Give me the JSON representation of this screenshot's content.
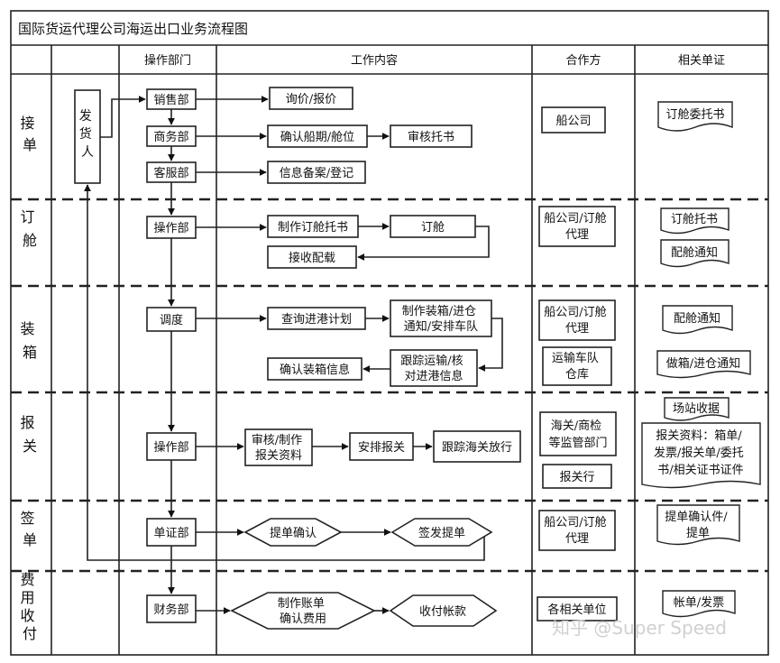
{
  "title": "国际货运代理公司海运出口业务流程图",
  "headers": {
    "department": "操作部门",
    "work": "工作内容",
    "partner": "合作方",
    "documents": "相关单证"
  },
  "stages": {
    "s1": [
      "接",
      "单"
    ],
    "s2": [
      "订",
      "舱"
    ],
    "s3": [
      "装",
      "箱"
    ],
    "s4": [
      "报",
      "关"
    ],
    "s5": [
      "签",
      "单"
    ],
    "s6": [
      "费",
      "用",
      "收",
      "付"
    ]
  },
  "shipper": [
    "发",
    "货",
    "人"
  ],
  "departments": {
    "sales": "销售部",
    "business": "商务部",
    "customer_service": "客服部",
    "operations": "操作部",
    "dispatch": "调度",
    "operations2": "操作部",
    "bill_dept": "单证部",
    "finance": "财务部"
  },
  "work": {
    "inquiry": "询价/报价",
    "confirm_date": "确认船期/舱位",
    "review_booking": "审核托书",
    "info_register": "信息备案/登记",
    "make_booking": "制作订舱托书",
    "booking": "订舱",
    "receive_stowage": "接收配载",
    "check_plan": "查询进港计划",
    "make_packing": [
      "制作装箱/进仓",
      "通知/安排车队"
    ],
    "track_transport": [
      "跟踪运输/核",
      "对进港信息"
    ],
    "confirm_packing": "确认装箱信息",
    "review_customs": [
      "审核/制作",
      "报关资料"
    ],
    "arrange_customs": "安排报关",
    "track_customs": "跟踪海关放行",
    "confirm_bill": "提单确认",
    "issue_bill": "签发提单",
    "make_invoice": [
      "制作账单",
      "确认费用"
    ],
    "collect_payment": "收付帐款"
  },
  "partners": {
    "p1": [
      "船公司"
    ],
    "p2": [
      "船公司/订舱",
      "代理"
    ],
    "p3": [
      "船公司/订舱",
      "代理"
    ],
    "p4": [
      "运输车队",
      "仓库"
    ],
    "p5": [
      "海关/商检",
      "等监管部门"
    ],
    "p6": [
      "报关行"
    ],
    "p7": [
      "船公司/订舱",
      "代理"
    ],
    "p8": [
      "各相关单位"
    ]
  },
  "documents": {
    "d1": [
      "订舱委托书"
    ],
    "d2": [
      "订舱托书"
    ],
    "d3": [
      "配舱通知"
    ],
    "d4": [
      "配舱通知"
    ],
    "d5": [
      "做箱/进仓通知"
    ],
    "d6": [
      "场站收据"
    ],
    "d7": [
      "报关资料：箱单/",
      "发票/报关单/委托",
      "书/相关证书证件"
    ],
    "d8": [
      "提单确认件/",
      "提单"
    ],
    "d9": [
      "帐单/发票"
    ]
  },
  "watermark": "知乎 @Super Speed"
}
